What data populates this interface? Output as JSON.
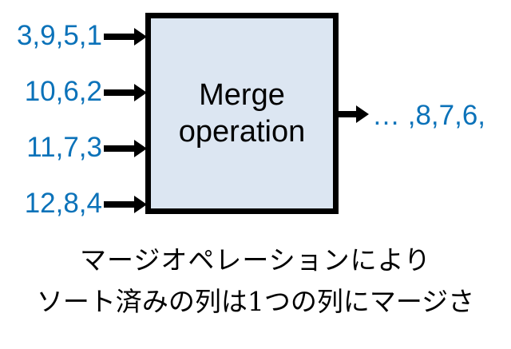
{
  "diagram": {
    "title": "Merge operation diagram",
    "colors": {
      "sequence_blue": "#0B72B9",
      "box_fill": "#DCE6F2",
      "box_border": "#000000",
      "arrow": "#000000",
      "caption_text": "#000000",
      "background": "#FFFFFF"
    },
    "box": {
      "line1": "Merge",
      "line2": "operation"
    },
    "inputs": [
      {
        "label": "3,9,5,1",
        "truncated_left": true
      },
      {
        "label": "10,6,2",
        "truncated_left": false
      },
      {
        "label": "11,7,3",
        "truncated_left": false
      },
      {
        "label": "12,8,4",
        "truncated_left": false
      }
    ],
    "output": {
      "label": "… ,8,7,6,",
      "truncated_right": true
    },
    "caption": {
      "line1": "マージオペレーションにより",
      "line2": "ソート済みの列は1つの列にマージさ"
    }
  }
}
